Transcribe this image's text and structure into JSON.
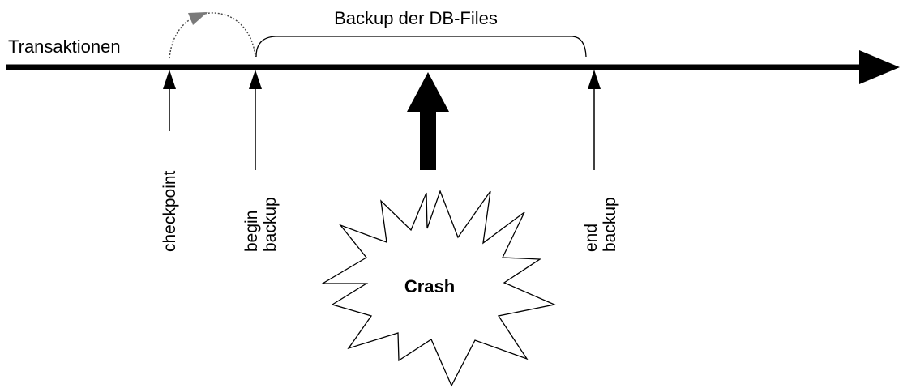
{
  "timeline": {
    "label": "Transaktionen"
  },
  "backup_span": {
    "label": "Backup der DB-Files"
  },
  "markers": {
    "checkpoint": {
      "line1": "checkpoint",
      "line2": ""
    },
    "begin_backup": {
      "line1": "begin",
      "line2": "backup"
    },
    "end_backup": {
      "line1": "end",
      "line2": "backup"
    }
  },
  "crash": {
    "label": "Crash"
  },
  "colors": {
    "stroke": "#000000",
    "background": "#ffffff",
    "curve_arrow": "#808080"
  }
}
